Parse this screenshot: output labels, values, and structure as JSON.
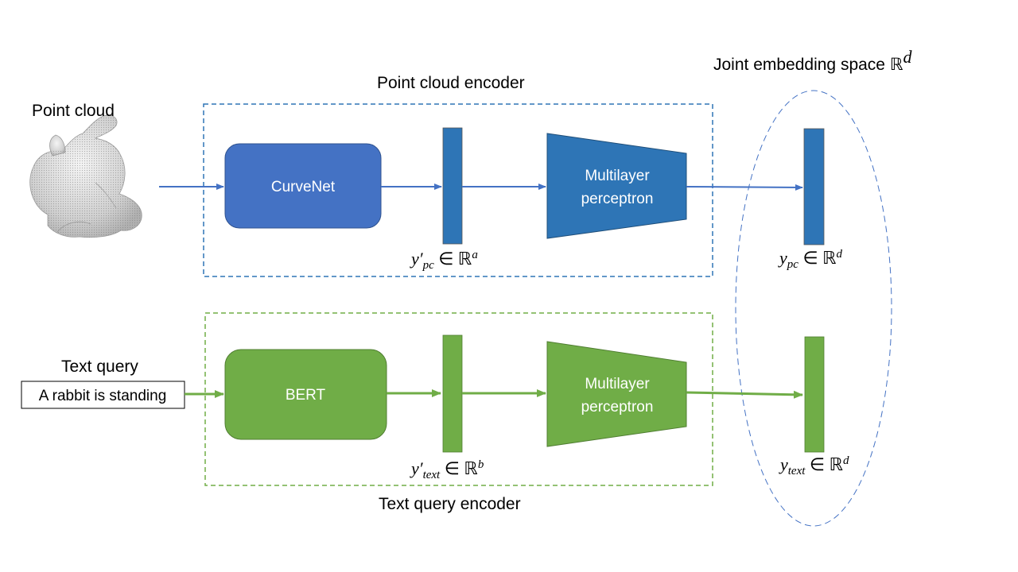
{
  "labels": {
    "point_cloud": "Point cloud",
    "point_cloud_encoder": "Point cloud encoder",
    "joint_space_text": "Joint embedding space ",
    "joint_space_R": "ℝ",
    "joint_space_sup": "d",
    "text_query": "Text query",
    "text_query_encoder": "Text query encoder"
  },
  "text_query_input": "A rabbit is standing",
  "blocks": {
    "curvenet": "CurveNet",
    "mlp_pc_line1": "Multilayer",
    "mlp_pc_line2": "perceptron",
    "bert": "BERT",
    "mlp_text_line1": "Multilayer",
    "mlp_text_line2": "perceptron"
  },
  "math": {
    "y_pc_prime": {
      "base": "y′",
      "sub": "pc",
      "rel": " ∈ ",
      "set": "ℝ",
      "sup": "a"
    },
    "y_pc": {
      "base": "y",
      "sub": "pc",
      "rel": " ∈ ",
      "set": "ℝ",
      "sup": "d"
    },
    "y_text_prime": {
      "base": "y′",
      "sub": "text",
      "rel": " ∈ ",
      "set": "ℝ",
      "sup": "b"
    },
    "y_text": {
      "base": "y",
      "sub": "text",
      "rel": " ∈ ",
      "set": "ℝ",
      "sup": "d"
    }
  },
  "colors": {
    "blue_box": "#4472C4",
    "blue_bar": "#2E75B6",
    "blue_dash": "#2E75B6",
    "green": "#70AD47"
  }
}
